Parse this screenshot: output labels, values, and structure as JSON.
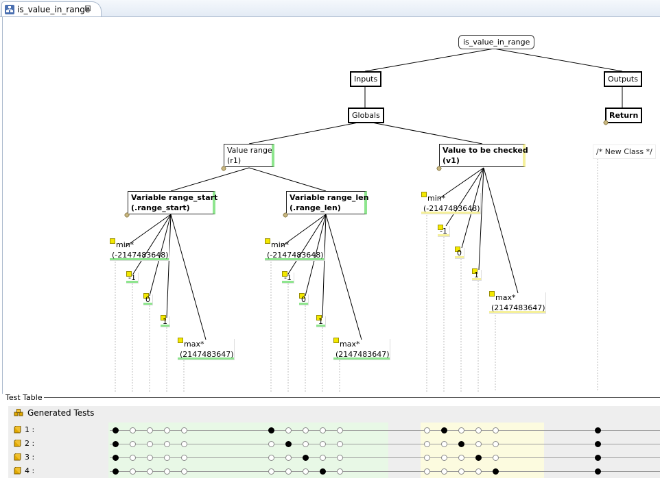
{
  "editor_tab": {
    "title": "is_value_in_range",
    "close_glyph": "⊠",
    "icon": "tree-diagram-icon"
  },
  "tree": {
    "root": "is_value_in_range",
    "inputs": "Inputs",
    "outputs": "Outputs",
    "globals": "Globals",
    "return": "Return",
    "new_class": "/* New Class */",
    "value_range": {
      "line1": "Value range",
      "line2": "(r1)"
    },
    "value_checked": {
      "line1": "Value to be checked",
      "line2": "(v1)"
    },
    "range_start": {
      "line1": "Variable range_start",
      "line2": "(.range_start)"
    },
    "range_len": {
      "line1": "Variable range_len",
      "line2": "(.range_len)"
    },
    "start_values": [
      {
        "line1": "min*",
        "line2": "(-2147483648)"
      },
      {
        "line1": "-1"
      },
      {
        "line1": "0"
      },
      {
        "line1": "1"
      },
      {
        "line1": "max*",
        "line2": "(2147483647)"
      }
    ],
    "len_values": [
      {
        "line1": "min*",
        "line2": "(-2147483648)"
      },
      {
        "line1": "-1"
      },
      {
        "line1": "0"
      },
      {
        "line1": "1"
      },
      {
        "line1": "max*",
        "line2": "(2147483647)"
      }
    ],
    "v1_values": [
      {
        "line1": "min*",
        "line2": "(-2147483648)"
      },
      {
        "line1": "-1"
      },
      {
        "line1": "0"
      },
      {
        "line1": "1"
      },
      {
        "line1": "max*",
        "line2": "(2147483647)"
      }
    ]
  },
  "test_table": {
    "title": "Test Table",
    "group_label": "Generated Tests",
    "rows": [
      {
        "label": "1 :",
        "start": [
          1,
          0,
          0,
          0,
          0
        ],
        "len": [
          1,
          0,
          0,
          0,
          0
        ],
        "v1": [
          0,
          1,
          0,
          0,
          0
        ],
        "ret": 1
      },
      {
        "label": "2 :",
        "start": [
          1,
          0,
          0,
          0,
          0
        ],
        "len": [
          0,
          1,
          0,
          0,
          0
        ],
        "v1": [
          0,
          0,
          1,
          0,
          0
        ],
        "ret": 1
      },
      {
        "label": "3 :",
        "start": [
          1,
          0,
          0,
          0,
          0
        ],
        "len": [
          0,
          0,
          1,
          0,
          0
        ],
        "v1": [
          0,
          0,
          0,
          1,
          0
        ],
        "ret": 1
      },
      {
        "label": "4 :",
        "start": [
          1,
          0,
          0,
          0,
          0
        ],
        "len": [
          0,
          0,
          0,
          1,
          0
        ],
        "v1": [
          0,
          0,
          0,
          0,
          1
        ],
        "ret": 1
      }
    ],
    "colors": {
      "green_band": "#e8f8e6",
      "yellow_band": "#fcfbdf",
      "green_accent": "#8ee58e",
      "yellow_accent": "#f5f09a"
    }
  }
}
